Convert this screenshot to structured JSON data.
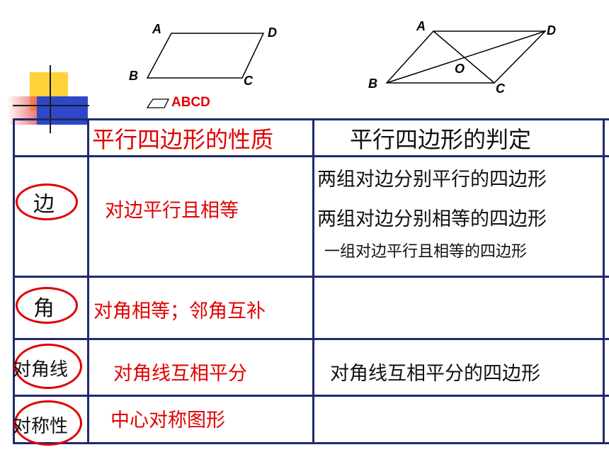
{
  "diagram1": {
    "labels": {
      "A": "A",
      "B": "B",
      "C": "C",
      "D": "D"
    },
    "symbol_name": "ABCD"
  },
  "diagram2": {
    "labels": {
      "A": "A",
      "B": "B",
      "C": "C",
      "D": "D",
      "O": "O"
    }
  },
  "table": {
    "header": {
      "property": "平行四边形的性质",
      "criterion": "平行四边形的判定"
    },
    "rows": [
      {
        "category": "边",
        "property": "对边平行且相等",
        "criteria": [
          "两组对边分别平行的四边形",
          "两组对边分别相等的四边形",
          "一组对边平行且相等的四边形"
        ]
      },
      {
        "category": "角",
        "property": "对角相等；邻角互补",
        "criteria": []
      },
      {
        "category": "对角线",
        "property": "对角线互相平分",
        "criteria": [
          "对角线互相平分的四边形"
        ]
      },
      {
        "category": "对称性",
        "property": "中心对称图形",
        "criteria": []
      }
    ]
  },
  "colors": {
    "accent_red": "#e00000",
    "grid_navy": "#1f2a6b",
    "ornament_yellow": "#ffd23a",
    "ornament_blue": "#2f48c9"
  }
}
